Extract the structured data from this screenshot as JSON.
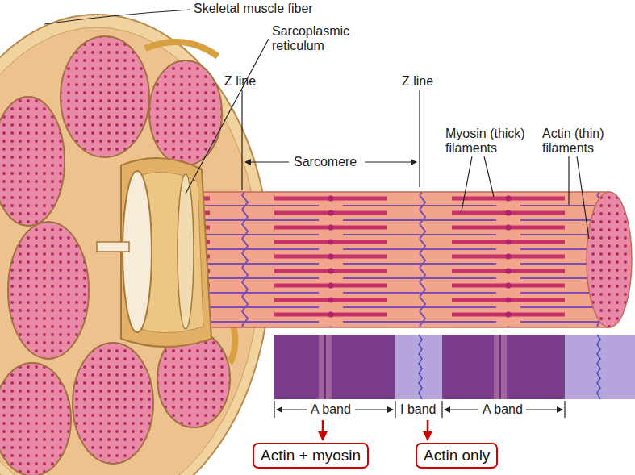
{
  "diagram": {
    "nodes": [
      {
        "text": [
          "Actin + myosin"
        ]
      },
      {
        "text": [
          "Actin only"
        ]
      }
    ],
    "labels": [
      "Skeletal muscle fiber",
      "Sarcoplasmic reticulum",
      "Z line",
      "Z line",
      "Myosin (thick) filaments",
      "Actin (thin) filaments",
      "Sarcomere",
      "A band",
      "I band",
      "A band"
    ]
  }
}
